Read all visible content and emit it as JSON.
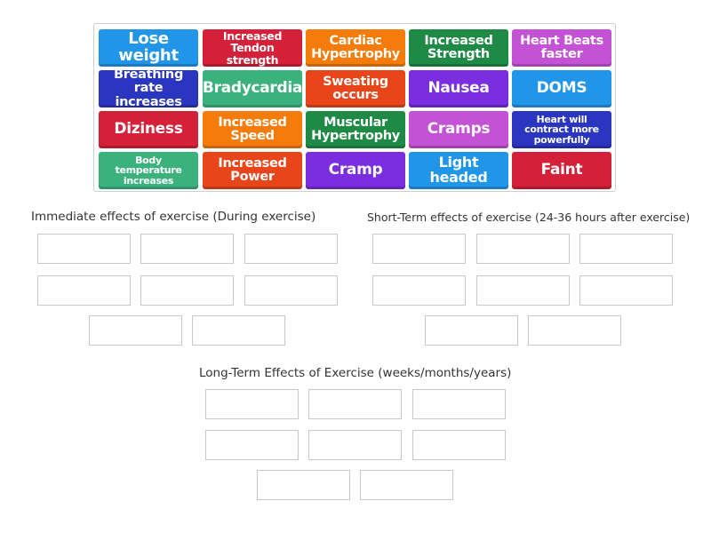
{
  "tiles": [
    {
      "label": "Lose weight",
      "color": "#2196e8",
      "size": 18
    },
    {
      "label": "Increased Tendon strength",
      "color": "#d42038",
      "size": 12.5
    },
    {
      "label": "Cardiac Hypertrophy",
      "color": "#f57c0a",
      "size": 14.5
    },
    {
      "label": "Increased Strength",
      "color": "#1e8a45",
      "size": 14.5
    },
    {
      "label": "Heart Beats faster",
      "color": "#c452d4",
      "size": 14.5
    },
    {
      "label": "Breathing rate increases",
      "color": "#2a36c0",
      "size": 14.5
    },
    {
      "label": "Bradycardia",
      "color": "#3bb27c",
      "size": 17
    },
    {
      "label": "Sweating occurs",
      "color": "#e8461a",
      "size": 14.5
    },
    {
      "label": "Nausea",
      "color": "#7a2ee0",
      "size": 17
    },
    {
      "label": "DOMS",
      "color": "#2196e8",
      "size": 17
    },
    {
      "label": "Diziness",
      "color": "#d42038",
      "size": 17
    },
    {
      "label": "Increased Speed",
      "color": "#f57c0a",
      "size": 14.5
    },
    {
      "label": "Muscular Hypertrophy",
      "color": "#1e8a45",
      "size": 14.5
    },
    {
      "label": "Cramps",
      "color": "#c452d4",
      "size": 17
    },
    {
      "label": "Heart will contract more powerfully",
      "color": "#2a36c0",
      "size": 11
    },
    {
      "label": "Body temperature increases",
      "color": "#3bb27c",
      "size": 11
    },
    {
      "label": "Increased Power",
      "color": "#e8461a",
      "size": 14.5
    },
    {
      "label": "Cramp",
      "color": "#7a2ee0",
      "size": 17
    },
    {
      "label": "Light headed",
      "color": "#2196e8",
      "size": 16
    },
    {
      "label": "Faint",
      "color": "#d42038",
      "size": 17
    }
  ],
  "groups": [
    {
      "title": "Immediate effects of exercise (During exercise)",
      "box_count": 8
    },
    {
      "title": "Short-Term effects of exercise (24-36 hours after exercise)",
      "box_count": 8
    },
    {
      "title": "Long-Term Effects of Exercise (weeks/months/years)",
      "box_count": 8
    }
  ]
}
